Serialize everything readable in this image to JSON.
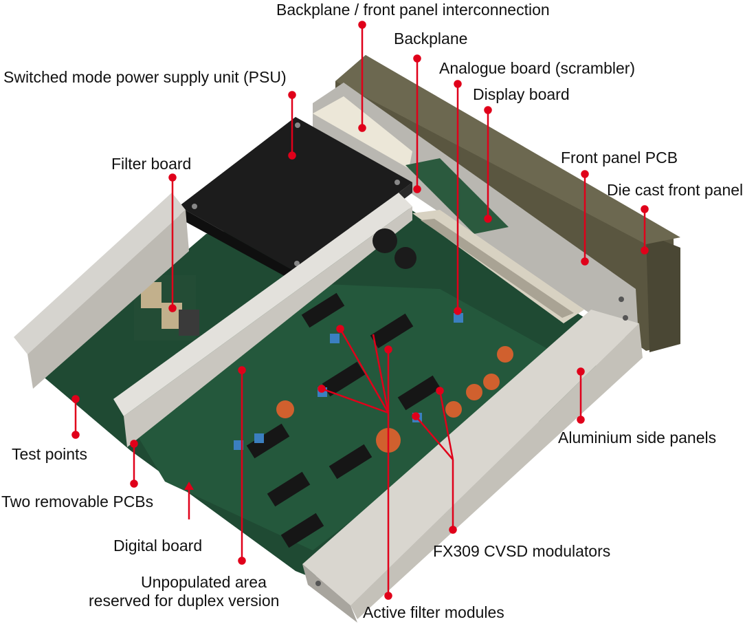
{
  "labels": {
    "backplane_front_panel": "Backplane / front panel interconnection",
    "backplane": "Backplane",
    "analogue_board": "Analogue board (scrambler)",
    "psu": "Switched mode power supply unit (PSU)",
    "display_board": "Display board",
    "front_panel_pcb": "Front panel PCB",
    "filter_board": "Filter board",
    "die_cast_front_panel": "Die cast front panel",
    "test_points": "Test points",
    "aluminium_side_panels": "Aluminium side panels",
    "two_removable_pcbs": "Two removable PCBs",
    "digital_board": "Digital board",
    "fx309": "FX309 CVSD modulators",
    "unpopulated_line1": "Unpopulated area",
    "unpopulated_line2": "reserved for duplex version",
    "active_filter_modules": "Active filter modules"
  },
  "colors": {
    "leader": "#e0001a",
    "pcb": "#1f4a33",
    "aluminium": "#d9d6cf",
    "front_panel": "#5a5640",
    "psu": "#1c1c1c"
  }
}
